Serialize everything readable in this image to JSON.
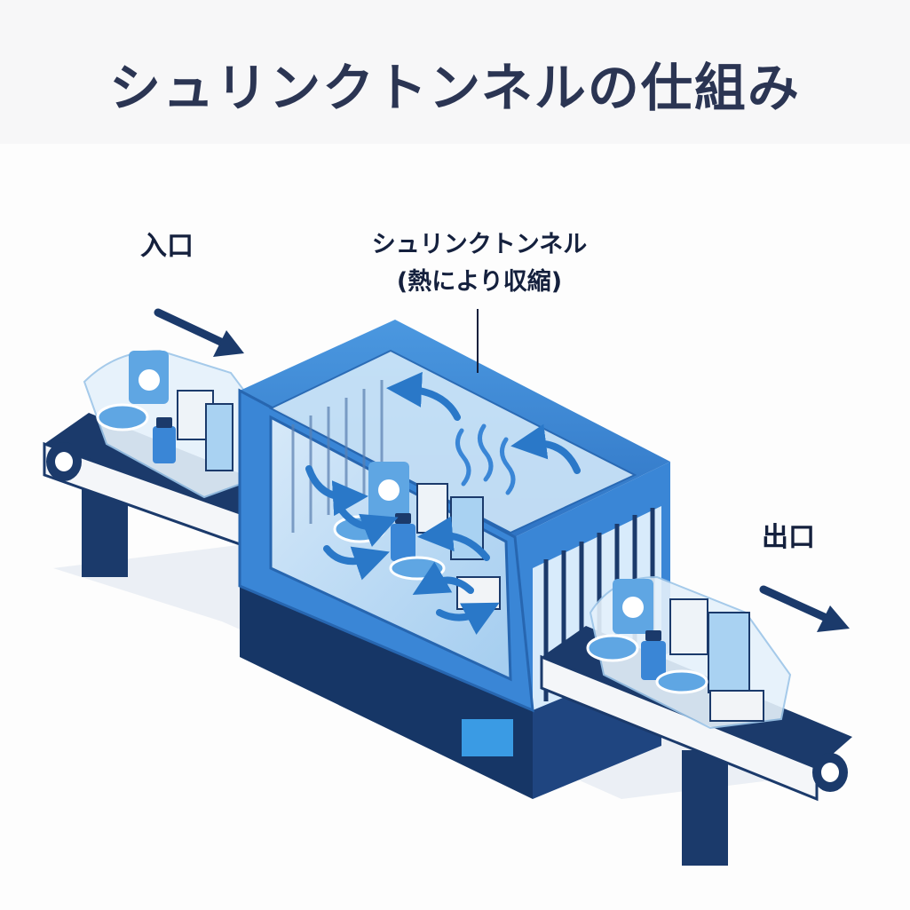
{
  "title": "シュリンクトンネルの仕組み",
  "labels": {
    "entrance": "入口",
    "exit": "出口",
    "tunnel_name": "シュリンクトンネル",
    "tunnel_note": "(熱により収縮)"
  },
  "colors": {
    "title": "#2b3553",
    "navy": "#1b3a6b",
    "blue": "#3a86d6",
    "light_blue": "#a9d2f2",
    "glass": "#d6ecfb",
    "text": "#14203d"
  },
  "icons": {
    "entrance_arrow": "arrow-right-down-icon",
    "exit_arrow": "arrow-right-down-icon",
    "heat_waves": "heat-wave-icon",
    "circulation_arrows": "curved-arrow-icon"
  }
}
